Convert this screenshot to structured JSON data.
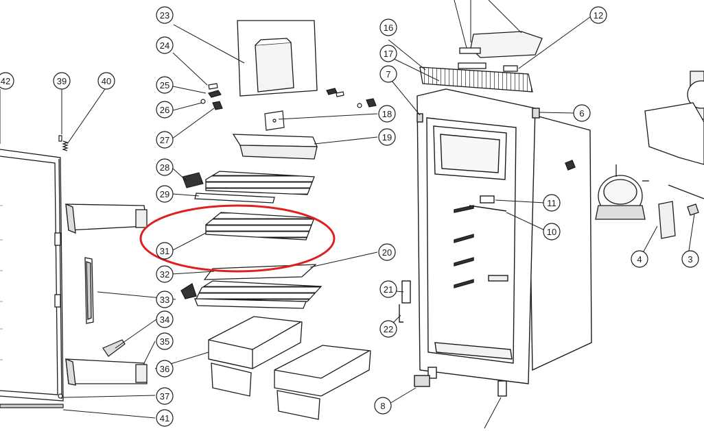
{
  "diagram": {
    "callouts": [
      "3",
      "4",
      "6",
      "7",
      "8",
      "10",
      "11",
      "12",
      "16",
      "17",
      "18",
      "19",
      "20",
      "21",
      "22",
      "23",
      "24",
      "25",
      "26",
      "27",
      "28",
      "29",
      "31",
      "32",
      "33",
      "34",
      "35",
      "36",
      "37",
      "39",
      "40",
      "41",
      "42"
    ],
    "highlight_color": "#e02020",
    "line_color": "#1a1a1a",
    "highlighted_part": "31"
  }
}
